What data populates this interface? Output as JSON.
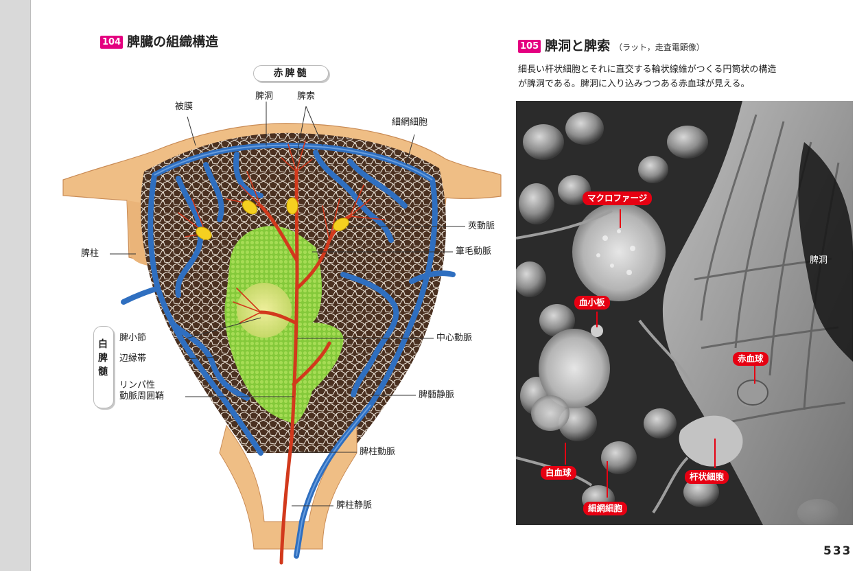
{
  "left_section": {
    "number": "104",
    "title": "脾臓の組織構造"
  },
  "right_section": {
    "number": "105",
    "title": "脾洞と脾索",
    "subtitle": "（ラット，走査電顕像）"
  },
  "caption_lines": [
    "細長い杆状細胞とそれに直交する輪状線維がつくる円筒状の構造",
    "が脾洞である。脾洞に入り込みつつある赤血球が見える。"
  ],
  "diagram": {
    "red_pulp": "赤脾髄",
    "white_pulp": "白脾髄",
    "labels": {
      "capsule": "被膜",
      "splenic_sinus": "脾洞",
      "splenic_cord": "脾索",
      "reticular_cell": "細網細胞",
      "trabecula": "脾柱",
      "sheathed_artery": "莢動脈",
      "penicillar_artery": "筆毛動脈",
      "splenic_nodule": "脾小節",
      "marginal_zone": "辺縁帯",
      "pals_line1": "リンパ性",
      "pals_line2": "動脈周囲鞘",
      "central_artery": "中心動脈",
      "pulp_vein": "脾髄静脈",
      "trabecular_artery": "脾柱動脈",
      "trabecular_vein": "脾柱静脈"
    },
    "colors": {
      "vein": "#2f6fc0",
      "artery": "#d2391c",
      "white_pulp": "#8fd23f",
      "capsule": "#efbe85",
      "sheath": "#f5d020"
    }
  },
  "photo": {
    "labels": {
      "macrophage": "マクロファージ",
      "platelet": "血小板",
      "red_blood_cell": "赤血球",
      "white_blood_cell": "白血球",
      "reticular_cell": "細網細胞",
      "rod_cell": "杆状細胞",
      "splenic_sinus": "脾洞"
    },
    "tag_color": "#e60012"
  },
  "page_number": "533"
}
